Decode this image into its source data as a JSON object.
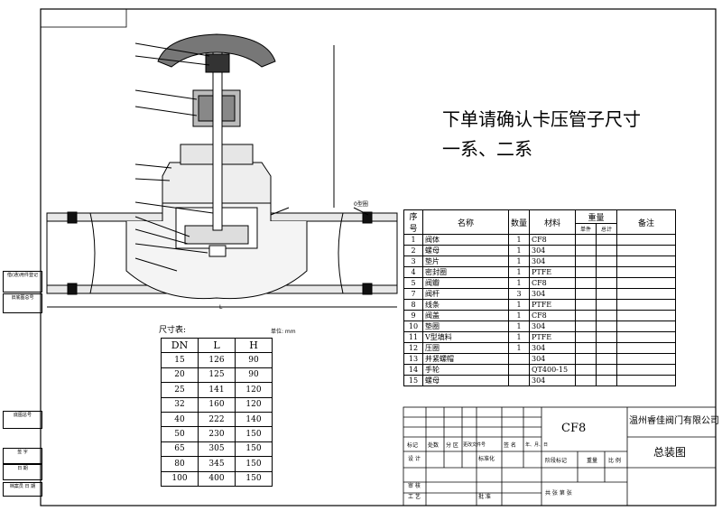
{
  "note": {
    "line1": "下单请确认卡压管子尺寸",
    "line2": "一系、二系"
  },
  "dims_table": {
    "title": "尺寸表:",
    "unit": "单位: mm",
    "headers": [
      "DN",
      "L",
      "H"
    ],
    "rows": [
      [
        "15",
        "126",
        "90"
      ],
      [
        "20",
        "125",
        "90"
      ],
      [
        "25",
        "141",
        "120"
      ],
      [
        "32",
        "160",
        "120"
      ],
      [
        "40",
        "222",
        "140"
      ],
      [
        "50",
        "230",
        "150"
      ],
      [
        "65",
        "305",
        "150"
      ],
      [
        "80",
        "345",
        "150"
      ],
      [
        "100",
        "400",
        "150"
      ]
    ]
  },
  "bom": {
    "headers": {
      "no": "序号",
      "name": "名称",
      "qty": "数量",
      "material": "材料",
      "weight": "重量",
      "unit": "单件",
      "total": "总计",
      "remark": "备注"
    },
    "rows": [
      {
        "no": "1",
        "name": "阀体",
        "qty": "1",
        "mat": "CF8"
      },
      {
        "no": "2",
        "name": "螺母",
        "qty": "1",
        "mat": "304"
      },
      {
        "no": "3",
        "name": "垫片",
        "qty": "1",
        "mat": "304"
      },
      {
        "no": "4",
        "name": "密封圈",
        "qty": "1",
        "mat": "PTFE"
      },
      {
        "no": "5",
        "name": "阀瓣",
        "qty": "1",
        "mat": "CF8"
      },
      {
        "no": "7",
        "name": "阀杆",
        "qty": "3",
        "mat": "304"
      },
      {
        "no": "8",
        "name": "线条",
        "qty": "1",
        "mat": "PTFE"
      },
      {
        "no": "9",
        "name": "阀盖",
        "qty": "1",
        "mat": "CF8"
      },
      {
        "no": "10",
        "name": "垫圈",
        "qty": "1",
        "mat": "304"
      },
      {
        "no": "11",
        "name": "V型填料",
        "qty": "1",
        "mat": "PTFE"
      },
      {
        "no": "12",
        "name": "压圈",
        "qty": "1",
        "mat": "304"
      },
      {
        "no": "13",
        "name": "并紧螺帽",
        "qty": "",
        "mat": "304"
      },
      {
        "no": "14",
        "name": "手轮",
        "qty": "",
        "mat": "QT400-15"
      },
      {
        "no": "15",
        "name": "螺母",
        "qty": "",
        "mat": "304"
      }
    ]
  },
  "title_block": {
    "material": "CF8",
    "company": "温州睿佳阀门有限公司",
    "drawing_name": "总装图",
    "cols": [
      "标记",
      "处数",
      "分 区",
      "更改文件号",
      "签 名",
      "年、月、日"
    ],
    "design": "设 计",
    "standard": "标准化",
    "stage": "阶段标记",
    "weight": "重量",
    "scale": "比 例",
    "review": "审 核",
    "process": "工 艺",
    "approve": "批 准",
    "sheets": "共    张  第    张"
  },
  "side_labels": [
    "借(通)用件登记",
    "旧底图总号",
    "底图总号",
    "签 字",
    "日 期",
    "档案员  日 期"
  ],
  "drawing_labels": {
    "L": "L",
    "port": "0型圈"
  }
}
